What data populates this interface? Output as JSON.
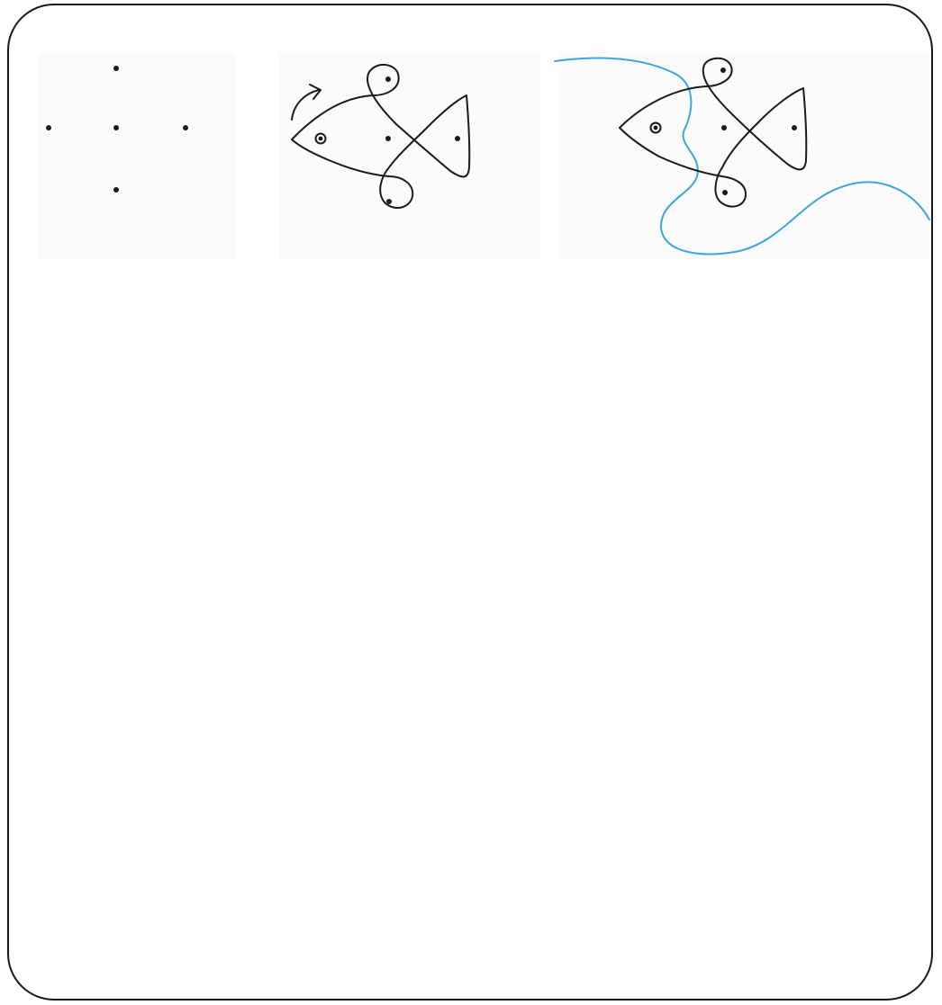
{
  "figure": {
    "panels": [
      {
        "id": "dots",
        "description_name": "dot-grid"
      },
      {
        "id": "fish",
        "description_name": "fish-kolam",
        "has_arrow": true
      },
      {
        "id": "fish-wave",
        "description_name": "fish-kolam-with-wave",
        "has_wave": true
      }
    ],
    "colors": {
      "ink": "#1a1a1a",
      "wave": "#3aa6db",
      "frame": "#1a1a1a",
      "panel_background": "#fbfbfb"
    },
    "dot_count": 5,
    "icons": [
      "arrow-icon"
    ]
  }
}
